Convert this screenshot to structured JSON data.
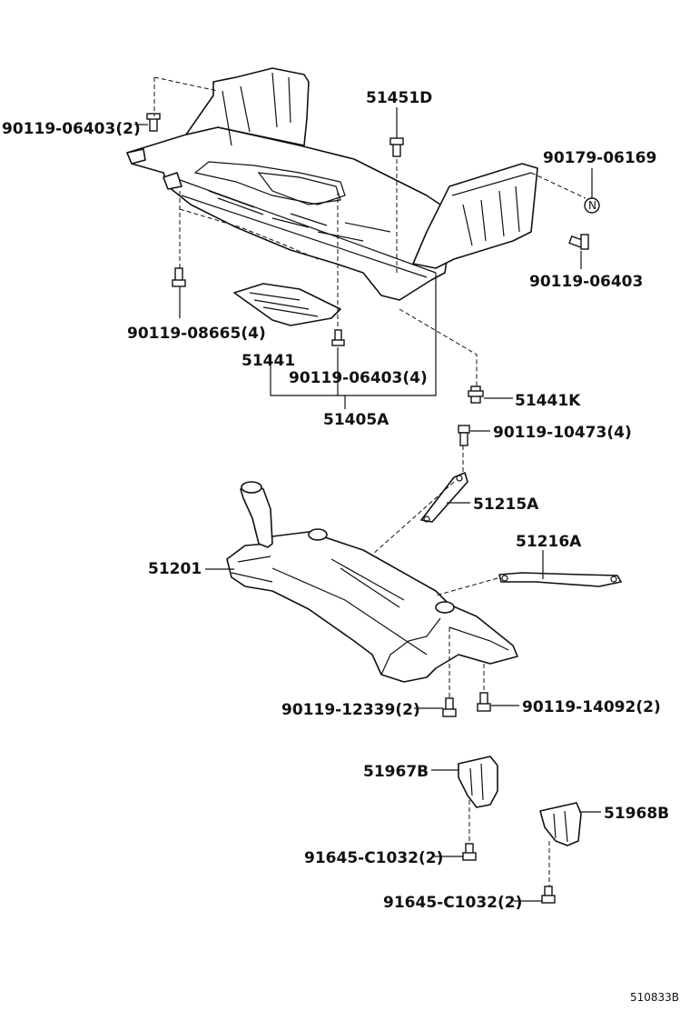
{
  "labels": {
    "l_90119_06403_2": "90119-06403(2)",
    "l_51451D": "51451D",
    "l_90179_06169": "90179-06169",
    "l_N": "N",
    "l_90119_06403": "90119-06403",
    "l_90119_08665_4": "90119-08665(4)",
    "l_51441": "51441",
    "l_90119_06403_4": "90119-06403(4)",
    "l_51441K": "51441K",
    "l_51405A": "51405A",
    "l_90119_10473_4": "90119-10473(4)",
    "l_51215A": "51215A",
    "l_51216A": "51216A",
    "l_51201": "51201",
    "l_90119_12339_2": "90119-12339(2)",
    "l_90119_14092_2": "90119-14092(2)",
    "l_51967B": "51967B",
    "l_51968B": "51968B",
    "l_91645_C1032_2a": "91645-C1032(2)",
    "l_91645_C1032_2b": "91645-C1032(2)",
    "l_code": "510833B"
  }
}
